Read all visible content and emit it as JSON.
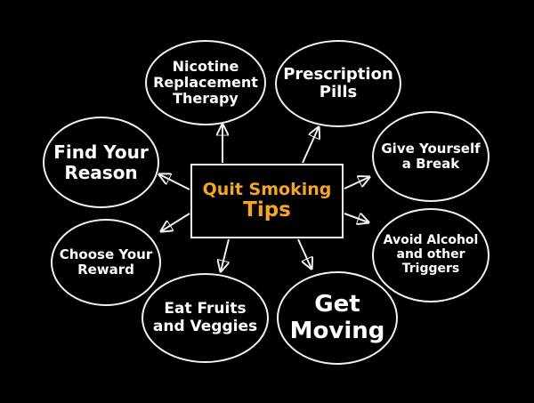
{
  "center": {
    "line1": "Quit Smoking",
    "line2": "Tips",
    "color": "#f5a623"
  },
  "nodes": {
    "nicotine": "Nicotine\nReplacement\nTherapy",
    "prescription": "Prescription\nPills",
    "give_break": "Give Yourself\na Break",
    "avoid_alcohol": "Avoid Alcohol\nand other\nTriggers",
    "get_moving": "Get\nMoving",
    "eat_fruits": "Eat Fruits\nand Veggies",
    "choose_reward": "Choose Your\nReward",
    "find_reason": "Find Your\nReason"
  },
  "colors": {
    "background": "#000000",
    "stroke": "#f2f2f2",
    "text": "#ffffff"
  }
}
